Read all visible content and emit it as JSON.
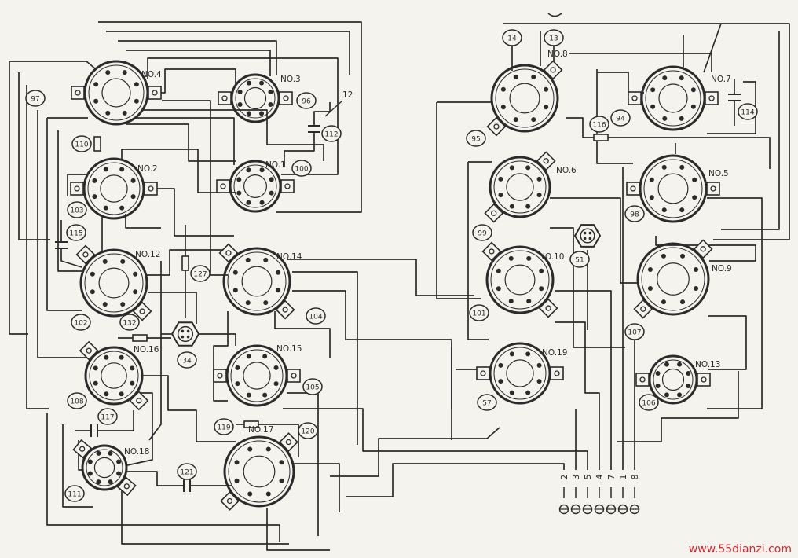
{
  "diagram": {
    "sockets": [
      {
        "label": "NO.4",
        "ref": "97"
      },
      {
        "label": "NO.3",
        "ref": "96"
      },
      {
        "label": "NO.2",
        "ref": "103"
      },
      {
        "label": "NO.1",
        "ref": "100"
      },
      {
        "label": "NO.12",
        "ref": "102"
      },
      {
        "label": "NO.14",
        "ref": "104"
      },
      {
        "label": "NO.16",
        "ref": "108"
      },
      {
        "label": "NO.15",
        "ref": "105"
      },
      {
        "label": "NO.18",
        "ref": "111"
      },
      {
        "label": "NO.17",
        "ref": "120"
      },
      {
        "label": "NO.8",
        "ref": "95"
      },
      {
        "label": "NO.7",
        "ref": "94"
      },
      {
        "label": "NO.6",
        "ref": "99"
      },
      {
        "label": "NO.5",
        "ref": "98"
      },
      {
        "label": "NO.10",
        "ref": "101"
      },
      {
        "label": "NO.9",
        "ref": "107"
      },
      {
        "label": "NO.19",
        "ref": "57"
      },
      {
        "label": "NO.13",
        "ref": "106"
      }
    ],
    "small_sockets": [
      {
        "ref": "34"
      },
      {
        "ref": "51"
      }
    ],
    "capacitors": [
      "112",
      "115",
      "117",
      "121",
      "114"
    ],
    "resistors": [
      "110",
      "127",
      "132",
      "119",
      "116"
    ],
    "wire_refs": [
      "12",
      "14",
      "13"
    ],
    "terminals": [
      "2",
      "3",
      "5",
      "4",
      "7",
      "1",
      "8"
    ],
    "watermark": "www.55dianzi.com",
    "colors": {
      "paper": "#f4f3ee",
      "ink": "#2b2b2b",
      "watermark": "#d9262e"
    }
  }
}
